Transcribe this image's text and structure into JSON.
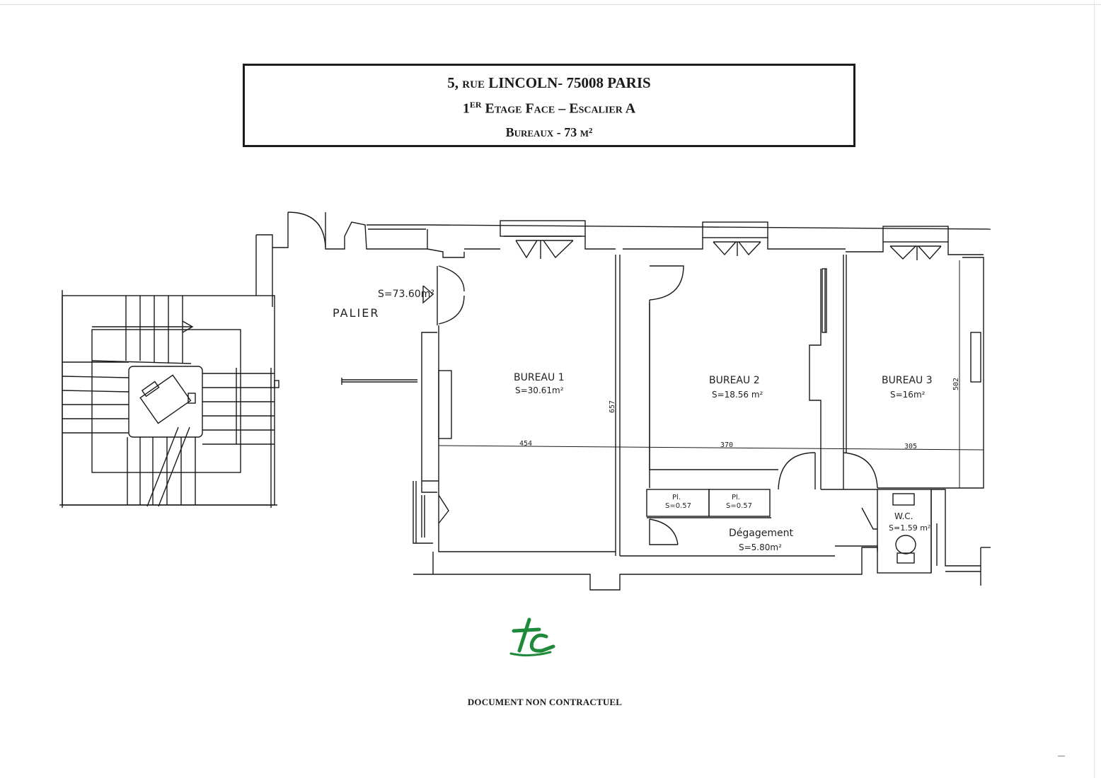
{
  "header": {
    "address": "5, rue LINCOLN- 75008 PARIS",
    "floor_number": "1",
    "floor_suffix": "ER",
    "floor_rest": "Etage Face – Escalier A",
    "usage": "Bureaux - 73 m²"
  },
  "plan": {
    "landing_label": "PALIER",
    "total_area": "S=73.60m²",
    "rooms": [
      {
        "name": "BUREAU 1",
        "area": "S=30.61m²"
      },
      {
        "name": "BUREAU 2",
        "area": "S=18.56 m²"
      },
      {
        "name": "BUREAU 3",
        "area": "S=16m²"
      },
      {
        "name": "Dégagement",
        "area": "S=5.80m²"
      },
      {
        "name": "W.C.",
        "area": "S=1.59 m²"
      }
    ],
    "closets": [
      {
        "name": "Pl.",
        "area": "S=0.57"
      },
      {
        "name": "Pl.",
        "area": "S=0.57"
      }
    ],
    "dimensions": {
      "bureau1_width": "454",
      "bureau2_width": "370",
      "bureau3_width": "305",
      "depth_main": "657",
      "depth_bureau3": "502"
    }
  },
  "footer": {
    "disclaimer": "DOCUMENT NON CONTRACTUEL",
    "logo_text": "tc"
  },
  "colors": {
    "logo_green": "#1f8a3a",
    "ink": "#1a1a1a"
  }
}
